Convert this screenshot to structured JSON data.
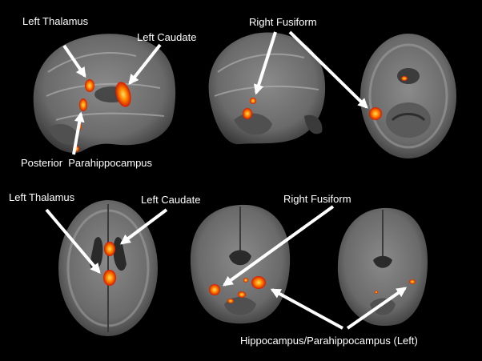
{
  "labels": {
    "top_left_thalamus": "Left Thalamus",
    "top_left_caudate": "Left Caudate",
    "top_right_fusiform": "Right Fusiform",
    "top_post_parahippocampus": "Posterior  Parahippocampus",
    "bottom_left_thalamus": "Left Thalamus",
    "bottom_left_caudate": "Left Caudate",
    "bottom_right_fusiform": "Right Fusiform",
    "bottom_hippocampus": "Hippocampus/Parahippocampus (Left)"
  },
  "colors": {
    "background": "#000000",
    "activation_core": "#ffe066",
    "activation_mid": "#ff7a00",
    "activation_edge": "#d41800",
    "arrow": "#ffffff"
  }
}
